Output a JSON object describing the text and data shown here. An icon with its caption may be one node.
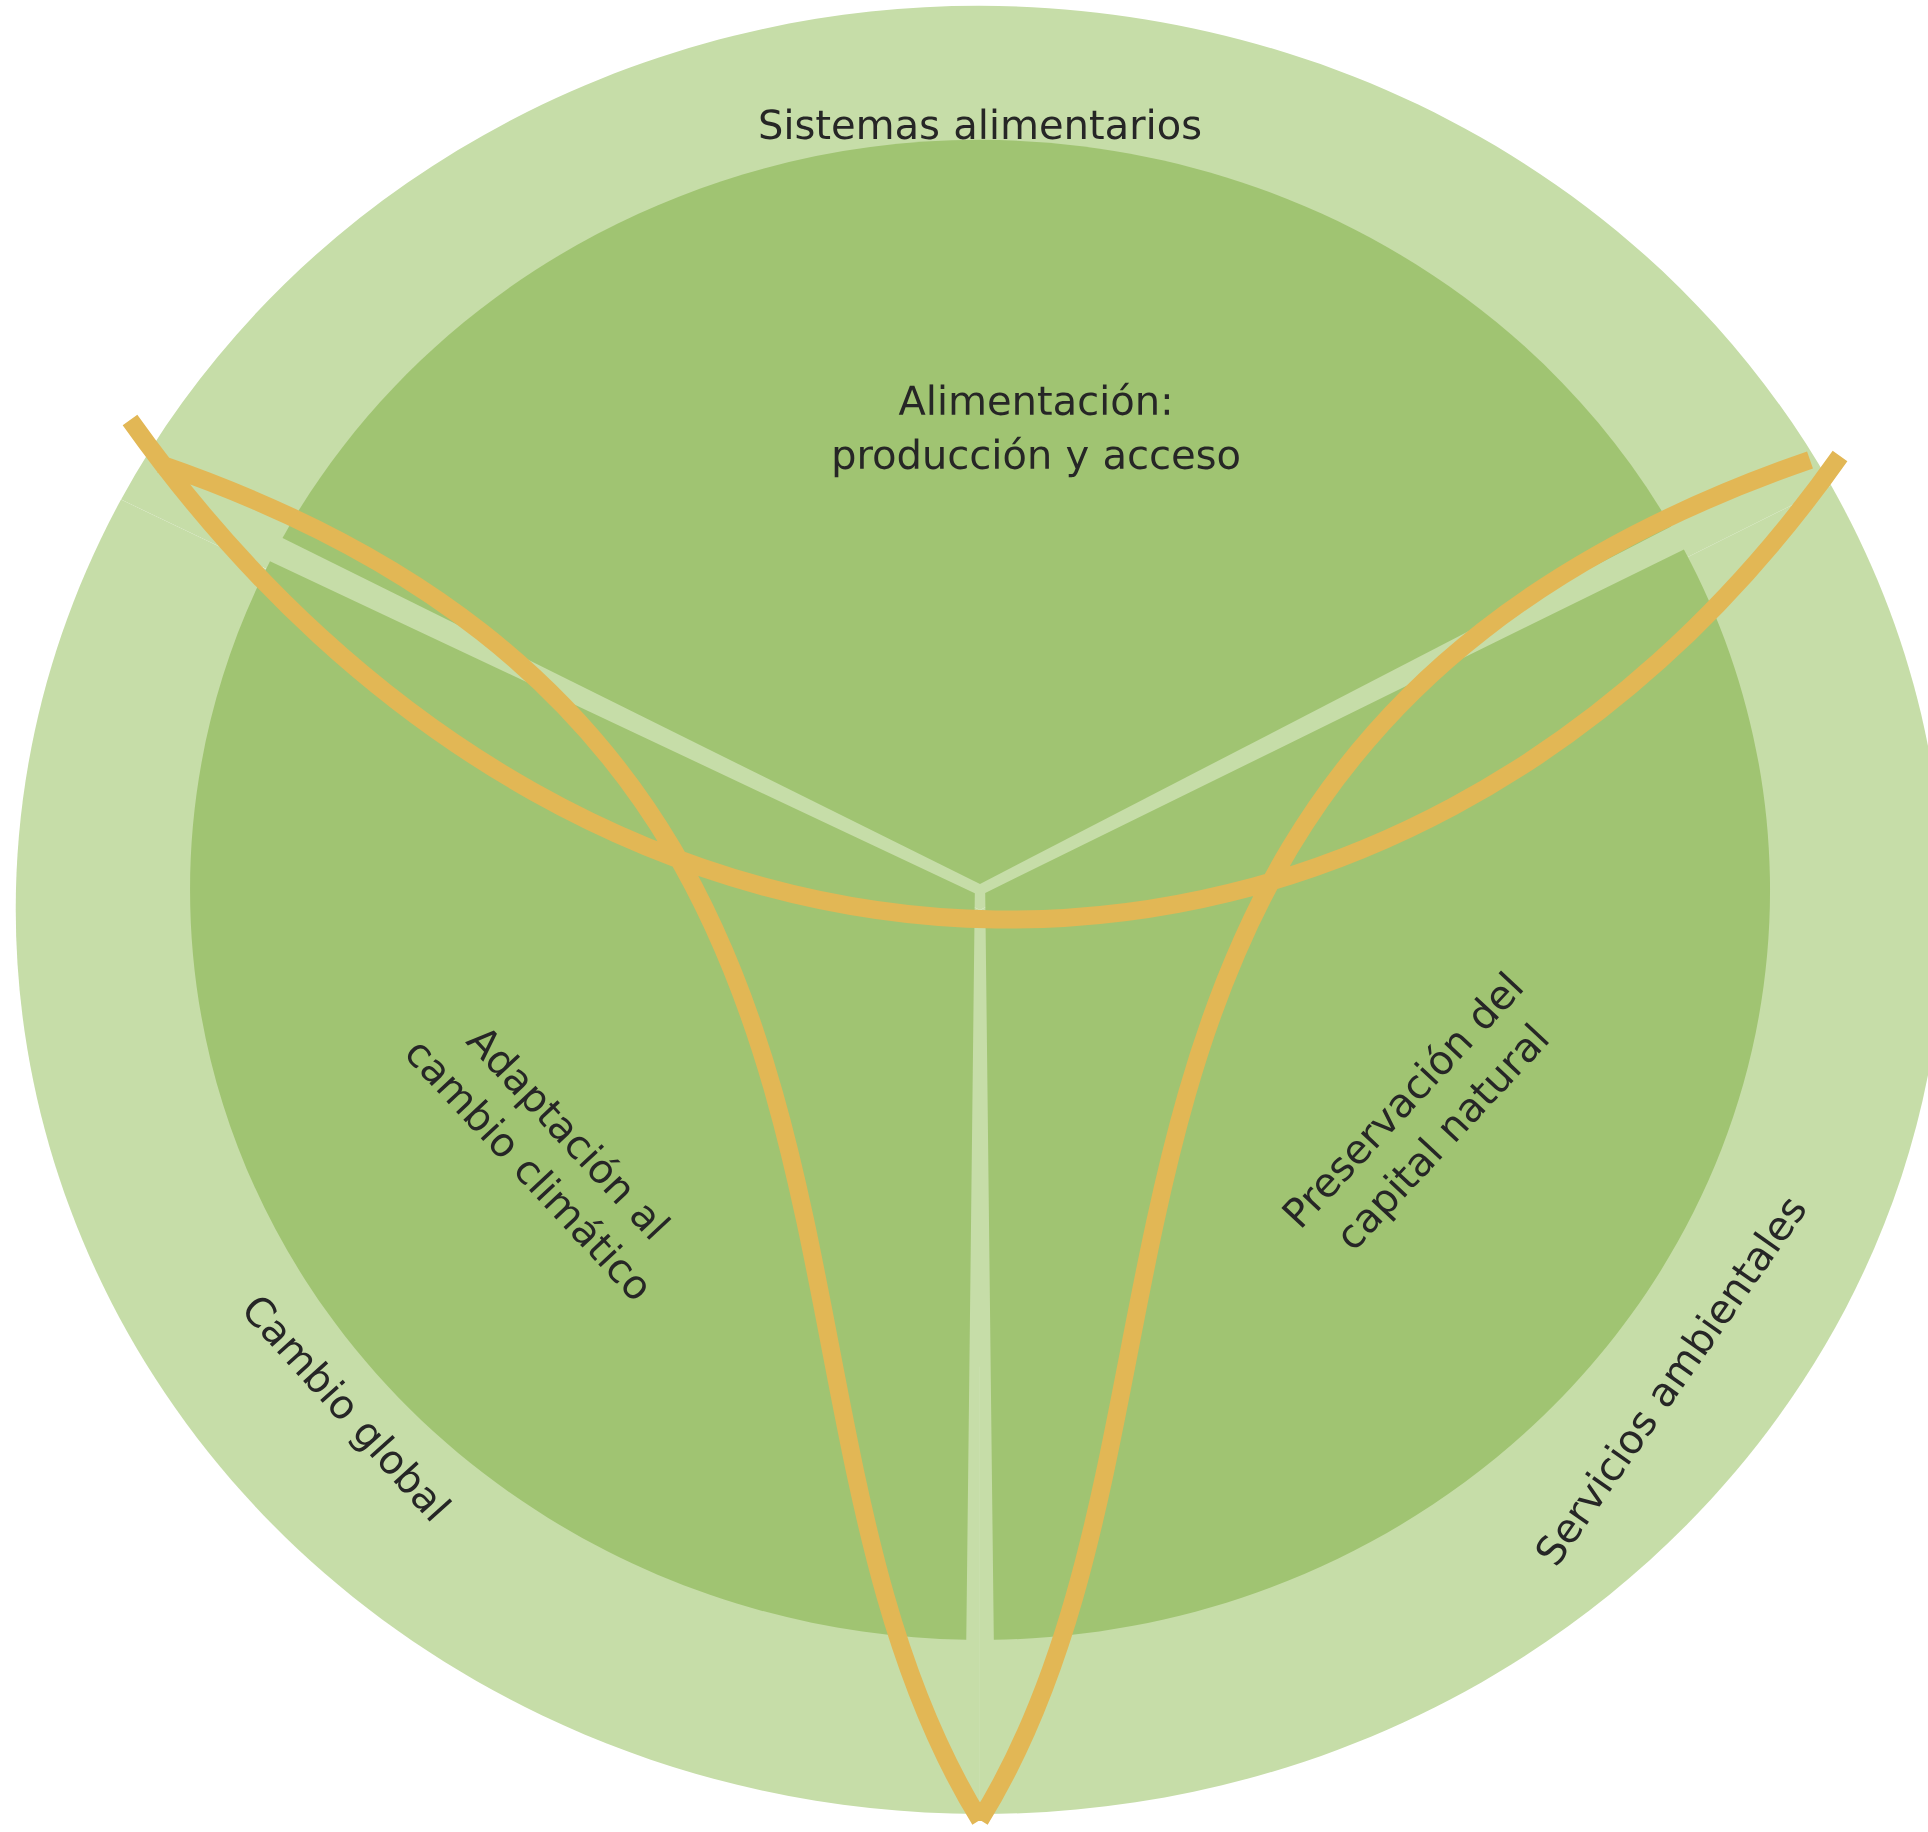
{
  "diagram": {
    "nodes": [
      {
        "text": [
          "Sistemas alimentarios"
        ]
      },
      {
        "text": [
          "Cambio global"
        ]
      },
      {
        "text": [
          "Servicios ambientales"
        ]
      },
      {
        "text": [
          "Alimentación: producción y acceso"
        ],
        "in": 0
      },
      {
        "text": [
          "Adaptación al cambio climático"
        ],
        "in": 1
      },
      {
        "text": [
          "Preservación del capital natural"
        ],
        "in": 2
      }
    ]
  }
}
